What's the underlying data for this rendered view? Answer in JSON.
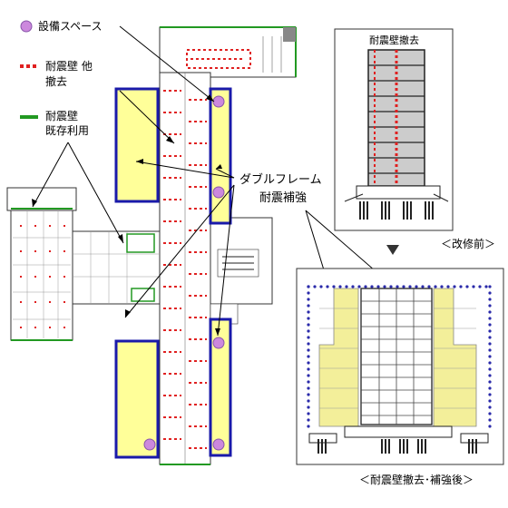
{
  "legend": {
    "equipment_space": "設備スペース",
    "wall_removed_line1": "耐震壁 他",
    "wall_removed_line2": "撤去",
    "wall_existing_line1": "耐震壁",
    "wall_existing_line2": "既存利用"
  },
  "callouts": {
    "double_frame": "ダブルフレーム",
    "seismic_reinforcement": "耐震補強"
  },
  "before": {
    "title": "耐震壁撤去",
    "caption": "＜改修前＞"
  },
  "after": {
    "caption": "＜耐震壁撤去･補強後＞"
  },
  "arrow_glyph": "▼",
  "colors": {
    "frame_fill": "#ffff99",
    "frame_border": "#1a1aaa",
    "equipment_dot": "#cc88dd",
    "removed_wall": "#e02020",
    "existing_wall": "#229922",
    "reinforce_fill": "#f3ef9a",
    "dot_blue": "#2a2aaa"
  }
}
